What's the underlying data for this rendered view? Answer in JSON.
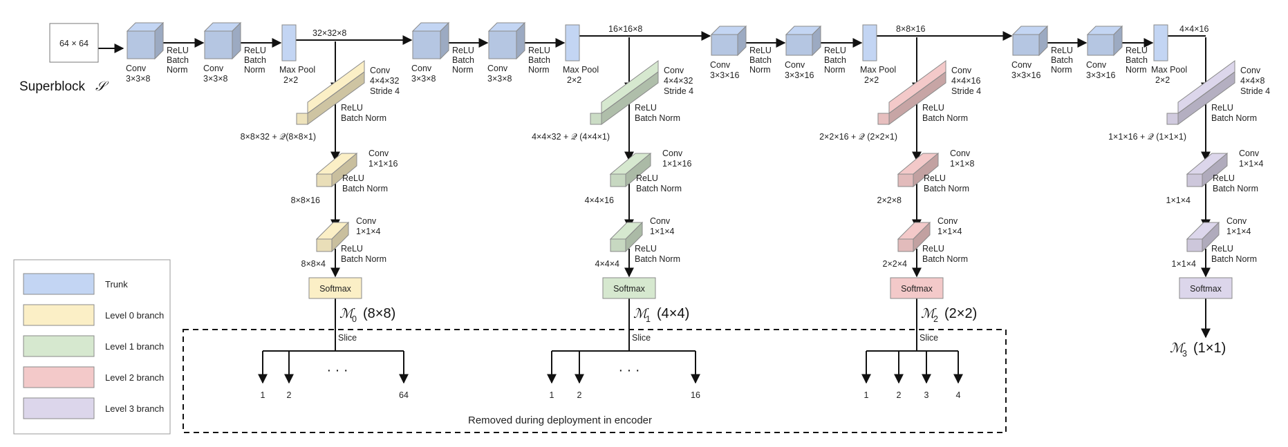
{
  "colors": {
    "trunk": "#c3d5f3",
    "level0": "#fbefc6",
    "level1": "#d6e8cf",
    "level2": "#f3c9c9",
    "level3": "#dcd6eb",
    "stroke": "#8a8a8a"
  },
  "input": {
    "label": "64 × 64",
    "caption": "Superblock",
    "symbol": "𝒮"
  },
  "trunk": [
    {
      "id": "c1",
      "l1": "Conv",
      "l2": "3×3×8"
    },
    {
      "id": "c2",
      "l1": "Conv",
      "l2": "3×3×8"
    },
    {
      "id": "p1",
      "l1": "Max Pool",
      "l2": "2×2"
    },
    {
      "id": "c3",
      "l1": "Conv",
      "l2": "3×3×8"
    },
    {
      "id": "c4",
      "l1": "Conv",
      "l2": "3×3×8"
    },
    {
      "id": "p2",
      "l1": "Max Pool",
      "l2": "2×2"
    },
    {
      "id": "c5",
      "l1": "Conv",
      "l2": "3×3×16"
    },
    {
      "id": "c6",
      "l1": "Conv",
      "l2": "3×3×16"
    },
    {
      "id": "p3",
      "l1": "Max Pool",
      "l2": "2×2"
    },
    {
      "id": "c7",
      "l1": "Conv",
      "l2": "3×3×16"
    },
    {
      "id": "c8",
      "l1": "Conv",
      "l2": "3×3×16"
    },
    {
      "id": "p4",
      "l1": "Max Pool",
      "l2": "2×2"
    }
  ],
  "trunk_relu": [
    "ReLU",
    "Batch",
    "Norm"
  ],
  "trunk_dims": [
    "32×32×8",
    "16×16×8",
    "8×8×16",
    "4×4×16"
  ],
  "branch_relu": [
    "ReLU",
    "Batch Norm"
  ],
  "softmax": "Softmax",
  "slice": "Slice",
  "ellipsis": "· · ·",
  "branches": [
    {
      "conv1": [
        "Conv",
        "4×4×32",
        "Stride 4"
      ],
      "dim1": "8×8×32 + 𝒬(8×8×1)",
      "conv2": [
        "Conv",
        "1×1×16"
      ],
      "dim2": "8×8×16",
      "conv3": [
        "Conv",
        "1×1×4"
      ],
      "dim3": "8×8×4",
      "output": {
        "m": "ℳ",
        "sub": "0",
        "size": "(8×8)"
      },
      "slice_labels": [
        "1",
        "2",
        "64"
      ]
    },
    {
      "conv1": [
        "Conv",
        "4×4×32",
        "Stride 4"
      ],
      "dim1": "4×4×32 + 𝒬 (4×4×1)",
      "conv2": [
        "Conv",
        "1×1×16"
      ],
      "dim2": "4×4×16",
      "conv3": [
        "Conv",
        "1×1×4"
      ],
      "dim3": "4×4×4",
      "output": {
        "m": "ℳ",
        "sub": "1",
        "size": "(4×4)"
      },
      "slice_labels": [
        "1",
        "2",
        "16"
      ]
    },
    {
      "conv1": [
        "Conv",
        "4×4×16",
        "Stride 4"
      ],
      "dim1": "2×2×16 + 𝒬 (2×2×1)",
      "conv2": [
        "Conv",
        "1×1×8"
      ],
      "dim2": "2×2×8",
      "conv3": [
        "Conv",
        "1×1×4"
      ],
      "dim3": "2×2×4",
      "output": {
        "m": "ℳ",
        "sub": "2",
        "size": "(2×2)"
      },
      "slice_labels": [
        "1",
        "2",
        "3",
        "4"
      ]
    },
    {
      "conv1": [
        "Conv",
        "4×4×8",
        "Stride 4"
      ],
      "dim1": "1×1×16 + 𝒬 (1×1×1)",
      "conv2": [
        "Conv",
        "1×1×4"
      ],
      "dim2": "1×1×4",
      "conv3": [
        "Conv",
        "1×1×4"
      ],
      "dim3": "1×1×4",
      "output": {
        "m": "ℳ",
        "sub": "3",
        "size": "(1×1)"
      },
      "slice_labels": []
    }
  ],
  "removed_note": "Removed during deployment in encoder",
  "legend": [
    {
      "label": "Trunk",
      "color_key": "trunk"
    },
    {
      "label": "Level 0 branch",
      "color_key": "level0"
    },
    {
      "label": "Level 1 branch",
      "color_key": "level1"
    },
    {
      "label": "Level 2 branch",
      "color_key": "level2"
    },
    {
      "label": "Level 3 branch",
      "color_key": "level3"
    }
  ]
}
